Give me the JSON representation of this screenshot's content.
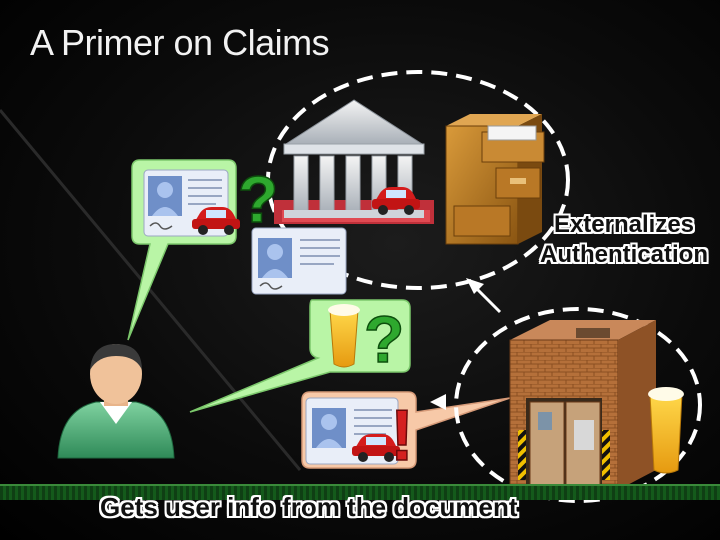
{
  "slide": {
    "title": "A Primer on Claims"
  },
  "labels": {
    "externalizes_line1": "Externalizes",
    "externalizes_line2": "Authentication",
    "bottom_caption": "Gets user info from the document",
    "question_mark": "?",
    "exclamation_mark": "!"
  },
  "colors": {
    "question_green": "#2ea82e",
    "exclaim_red": "#d42020",
    "bubble_green": "#b9f5a6",
    "bubble_peach": "#f7c9a8",
    "dashed_circle": "#ffffff"
  },
  "icons": {
    "user": "user-avatar-icon",
    "bank": "bank-building-icon",
    "cabinet": "file-cabinet-icon",
    "bar": "bar-building-icon",
    "beer": "beer-glass-icon",
    "id_card": "id-card-icon",
    "car": "red-car-icon"
  }
}
